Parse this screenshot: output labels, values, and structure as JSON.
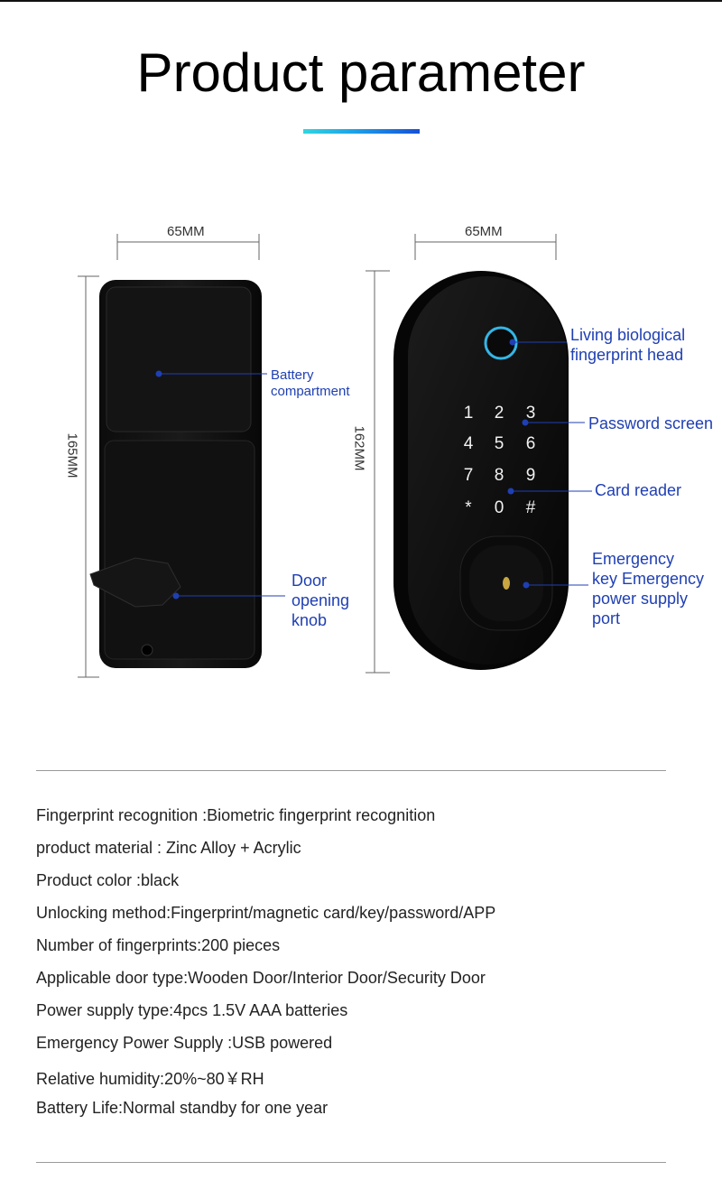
{
  "title": "Product parameter",
  "accent_colors": {
    "start": "#2fd6e0",
    "end": "#1650d8",
    "callout": "#1f3fb3"
  },
  "diagram": {
    "left_device": {
      "width_label": "65MM",
      "height_label": "165MM",
      "callouts": {
        "battery_line1": "Battery",
        "battery_line2": "compartment",
        "knob_line1": "Door",
        "knob_line2": "opening",
        "knob_line3": "knob"
      }
    },
    "right_device": {
      "width_label": "65MM",
      "height_label": "162MM",
      "keypad": [
        "1",
        "2",
        "3",
        "4",
        "5",
        "6",
        "7",
        "8",
        "9",
        "*",
        "0",
        "#"
      ],
      "callouts": {
        "fingerprint_line1": "Living biological",
        "fingerprint_line2": "fingerprint head",
        "password": "Password screen",
        "card": "Card reader",
        "emergency_line1": "Emergency",
        "emergency_line2": "key Emergency",
        "emergency_line3": "power supply",
        "emergency_line4": "port"
      }
    }
  },
  "specs": [
    "Fingerprint recognition :Biometric fingerprint recognition",
    "product material : Zinc Alloy + Acrylic",
    "Product color :black",
    "Unlocking method:Fingerprint/magnetic card/key/password/APP",
    "Number of fingerprints:200 pieces",
    "Applicable door type:Wooden Door/Interior Door/Security Door",
    "Power supply type:4pcs 1.5V AAA batteries",
    "Emergency Power Supply :USB powered",
    "Relative humidity:20%~80￥RH",
    "Battery Life:Normal standby for one year"
  ]
}
